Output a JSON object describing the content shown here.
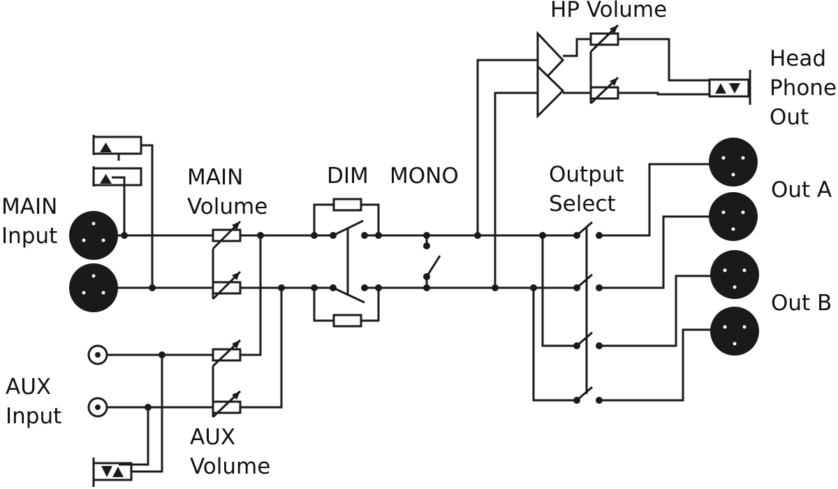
{
  "labels": {
    "main_input": [
      "MAIN",
      "Input"
    ],
    "aux_input": [
      "AUX",
      "Input"
    ],
    "main_volume": [
      "MAIN",
      "Volume"
    ],
    "aux_volume": [
      "AUX",
      "Volume"
    ],
    "dim": "DIM",
    "mono": "MONO",
    "output_select": [
      "Output",
      "Select"
    ],
    "hp_volume": "HP Volume",
    "headphone_out": [
      "Head",
      "Phone",
      "Out"
    ],
    "out_a": "Out A",
    "out_b": "Out B"
  },
  "colors": {
    "ink": "#1a1a1a",
    "background": "#ffffff"
  }
}
